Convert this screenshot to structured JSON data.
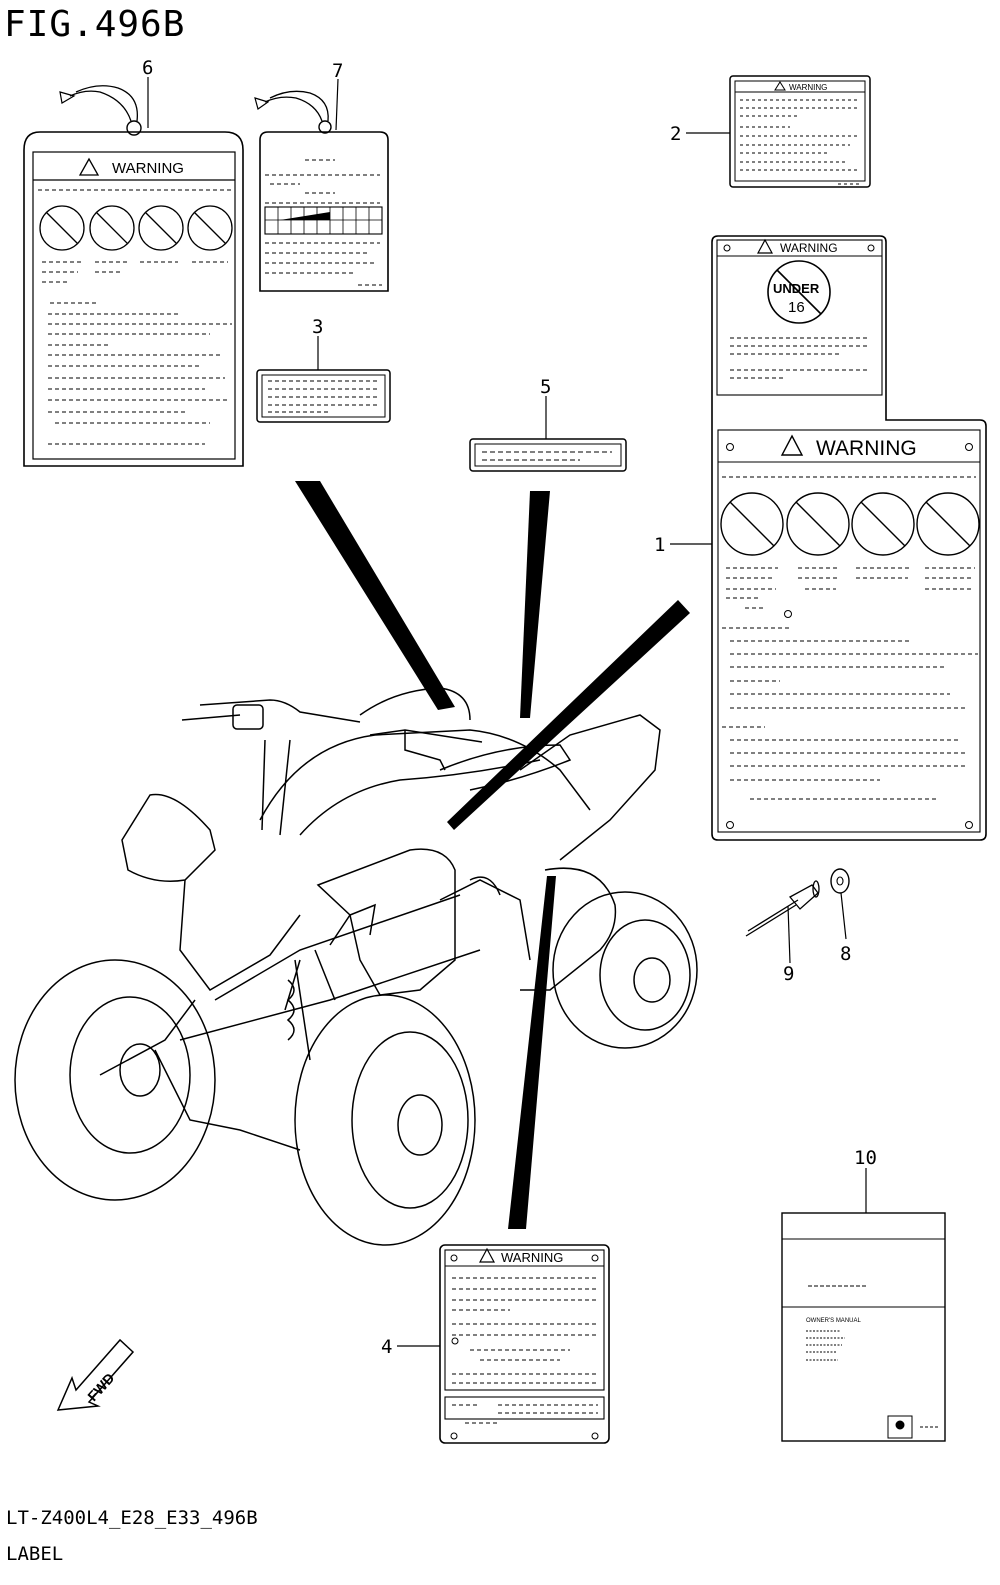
{
  "figure_title": "FIG.496B",
  "footer_code": "LT-Z400L4_E28_E33_496B",
  "footer_label": "LABEL",
  "warning_text": "WARNING",
  "age_badge_text": "UNDER",
  "age_badge_number": "16",
  "manual_text": "OWNER'S MANUAL",
  "fwd_text": "FWD",
  "callouts": {
    "c1": "1",
    "c2": "2",
    "c3": "3",
    "c4": "4",
    "c5": "5",
    "c6": "6",
    "c7": "7",
    "c8": "8",
    "c9": "9",
    "c10": "10"
  }
}
